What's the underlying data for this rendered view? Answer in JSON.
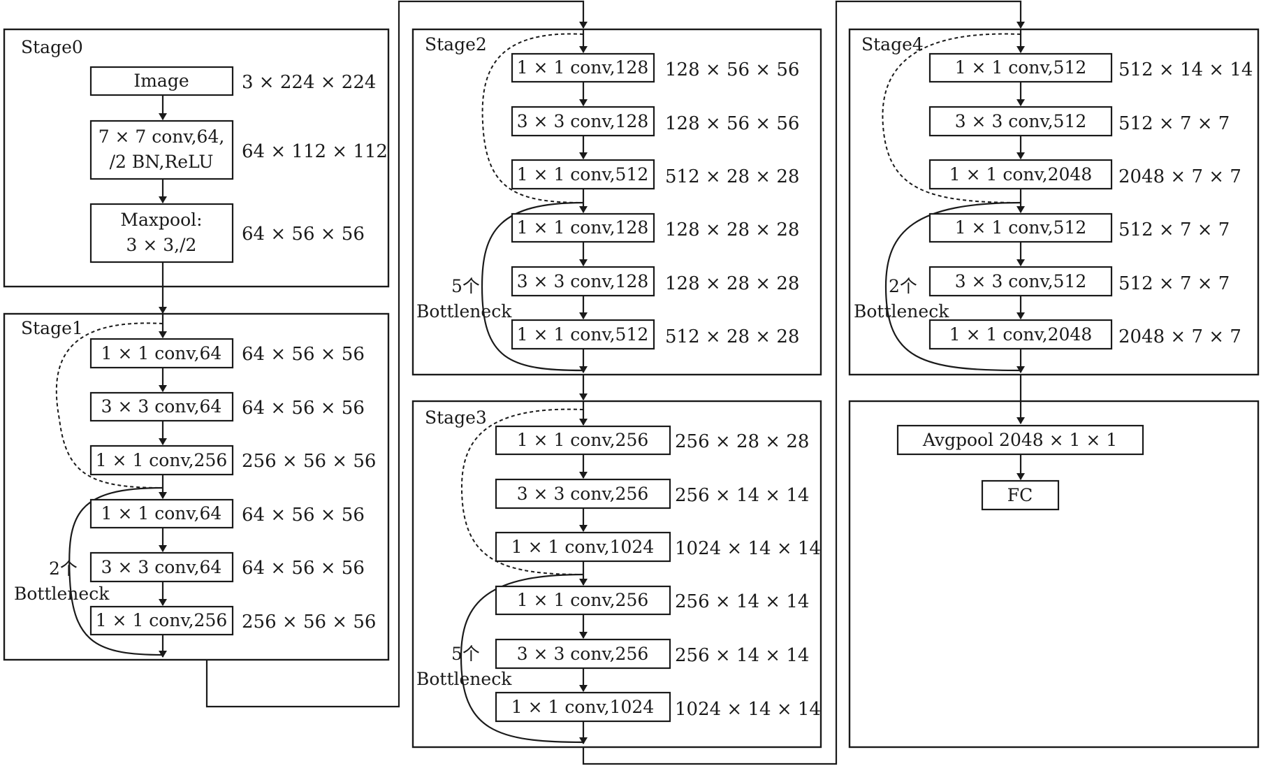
{
  "stage0": {
    "title": "Stage0",
    "image": "Image",
    "image_dim": "3 × 224 × 224",
    "conv7_line1": "7 × 7 conv,64,",
    "conv7_line2": "/2 BN,ReLU",
    "conv7_dim": "64 × 112 × 112",
    "maxpool_line1": "Maxpool:",
    "maxpool_line2": "3 × 3,/2",
    "maxpool_dim": "64 × 56 × 56"
  },
  "stage1": {
    "title": "Stage1",
    "repeat_count": "2个",
    "repeat_name": "Bottleneck",
    "layers": [
      {
        "label": "1 × 1 conv,64",
        "dim": "64 × 56 × 56"
      },
      {
        "label": "3 × 3 conv,64",
        "dim": "64 × 56 × 56"
      },
      {
        "label": "1 × 1 conv,256",
        "dim": "256 × 56 × 56"
      },
      {
        "label": "1 × 1 conv,64",
        "dim": "64 × 56 × 56"
      },
      {
        "label": "3 × 3 conv,64",
        "dim": "64 × 56 × 56"
      },
      {
        "label": "1 × 1 conv,256",
        "dim": "256 × 56 × 56"
      }
    ]
  },
  "stage2": {
    "title": "Stage2",
    "repeat_count": "5个",
    "repeat_name": "Bottleneck",
    "layers": [
      {
        "label": "1 × 1 conv,128",
        "dim": "128 × 56 × 56"
      },
      {
        "label": "3 × 3 conv,128",
        "dim": "128 × 56 × 56"
      },
      {
        "label": "1 × 1 conv,512",
        "dim": "512 × 28 × 28"
      },
      {
        "label": "1 × 1 conv,128",
        "dim": "128 × 28 × 28"
      },
      {
        "label": "3 × 3 conv,128",
        "dim": "128 × 28 × 28"
      },
      {
        "label": "1 × 1 conv,512",
        "dim": "512 × 28 × 28"
      }
    ]
  },
  "stage3": {
    "title": "Stage3",
    "repeat_count": "5个",
    "repeat_name": "Bottleneck",
    "layers": [
      {
        "label": "1 × 1 conv,256",
        "dim": "256 × 28 × 28"
      },
      {
        "label": "3 × 3 conv,256",
        "dim": "256 × 14 × 14"
      },
      {
        "label": "1 × 1 conv,1024",
        "dim": "1024 × 14 × 14"
      },
      {
        "label": "1 × 1 conv,256",
        "dim": "256 × 14 × 14"
      },
      {
        "label": "3 × 3 conv,256",
        "dim": "256 × 14 × 14"
      },
      {
        "label": "1 × 1 conv,1024",
        "dim": "1024 × 14 × 14"
      }
    ]
  },
  "stage4": {
    "title": "Stage4",
    "repeat_count": "2个",
    "repeat_name": "Bottleneck",
    "layers": [
      {
        "label": "1 × 1 conv,512",
        "dim": "512 × 14 × 14"
      },
      {
        "label": "3 × 3 conv,512",
        "dim": "512 × 7 × 7"
      },
      {
        "label": "1 × 1 conv,2048",
        "dim": "2048 × 7 × 7"
      },
      {
        "label": "1 × 1 conv,512",
        "dim": "512 × 7 × 7"
      },
      {
        "label": "3 × 3 conv,512",
        "dim": "512 × 7 × 7"
      },
      {
        "label": "1 × 1 conv,2048",
        "dim": "2048 × 7 × 7"
      }
    ]
  },
  "head": {
    "avgpool": "Avgpool 2048 × 1 × 1",
    "fc": "FC"
  }
}
